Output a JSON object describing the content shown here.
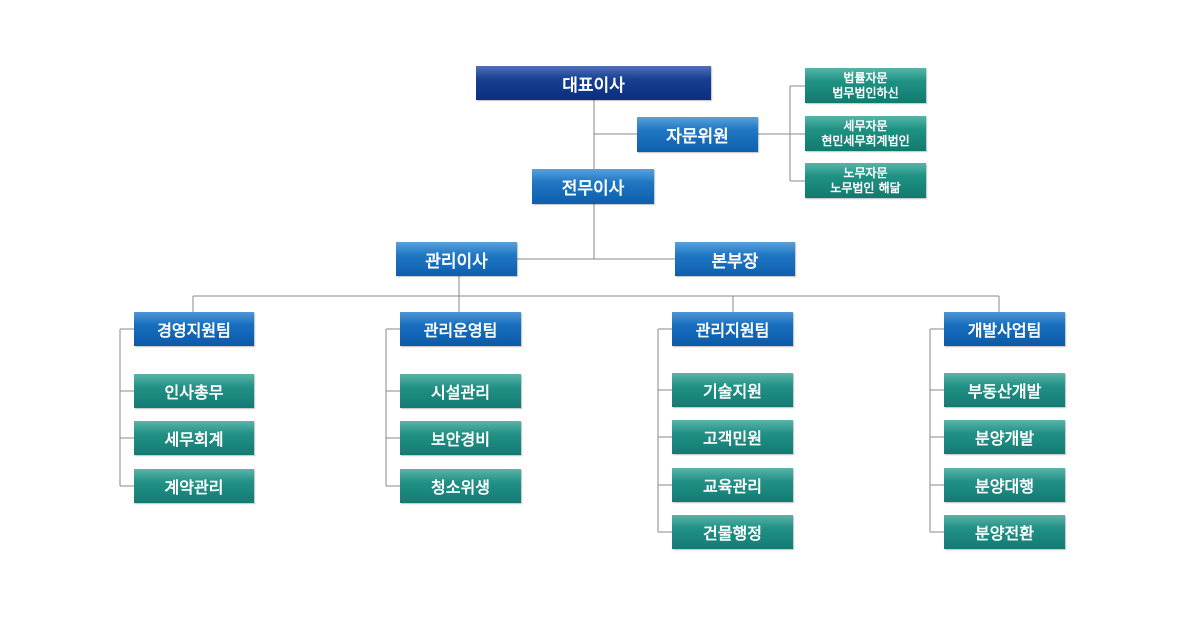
{
  "org": {
    "ceo": "대표이사",
    "advisory": "자문위원",
    "advisors": [
      {
        "field": "법률자문",
        "firm": "법무법인하신"
      },
      {
        "field": "세무자문",
        "firm": "현민세무회계법인"
      },
      {
        "field": "노무자문",
        "firm": "노무법인 해닮"
      }
    ],
    "executive": "전무이사",
    "admin_director": "관리이사",
    "head": "본부장",
    "teams": [
      {
        "name": "경영지원팀",
        "units": [
          "인사총무",
          "세무회계",
          "계약관리"
        ]
      },
      {
        "name": "관리운영팀",
        "units": [
          "시설관리",
          "보안경비",
          "청소위생"
        ]
      },
      {
        "name": "관리지원팀",
        "units": [
          "기술지원",
          "고객민원",
          "교육관리",
          "건물행정"
        ]
      },
      {
        "name": "개발사업팀",
        "units": [
          "부동산개발",
          "분양개발",
          "분양대행",
          "분양전환"
        ]
      }
    ]
  },
  "colors": {
    "navy": "#0c2e7e",
    "blue": "#0e5fae",
    "teal": "#137b74",
    "line": "#8a8a8a"
  }
}
